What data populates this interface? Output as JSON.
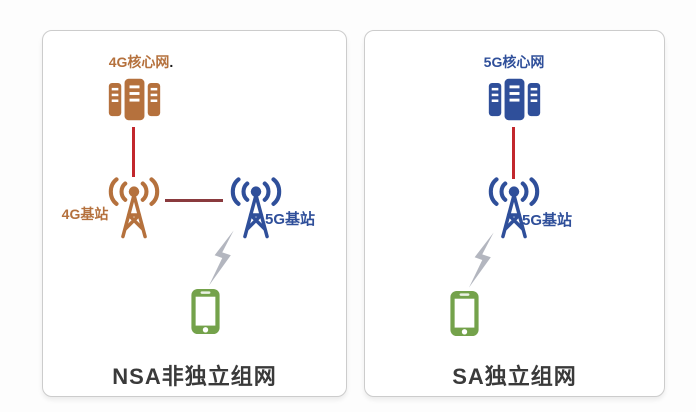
{
  "colors": {
    "orange": "#b5713d",
    "blue": "#2f4f9a",
    "green": "#74a24b",
    "bolt": "#b3b6bf",
    "red": "#c2272d",
    "maroon": "#8a3a3e",
    "title": "#3a3a3a",
    "border": "#cccccc",
    "bg": "#fdfdfd"
  },
  "left_panel": {
    "title": "NSA非独立组网",
    "core_label": "4G核心网",
    "core_label_suffix": ".",
    "bs4g_label": "4G基站",
    "bs5g_label": "5G基站"
  },
  "right_panel": {
    "title": "SA独立组网",
    "core_label": "5G核心网",
    "bs5g_label": "5G基站"
  }
}
